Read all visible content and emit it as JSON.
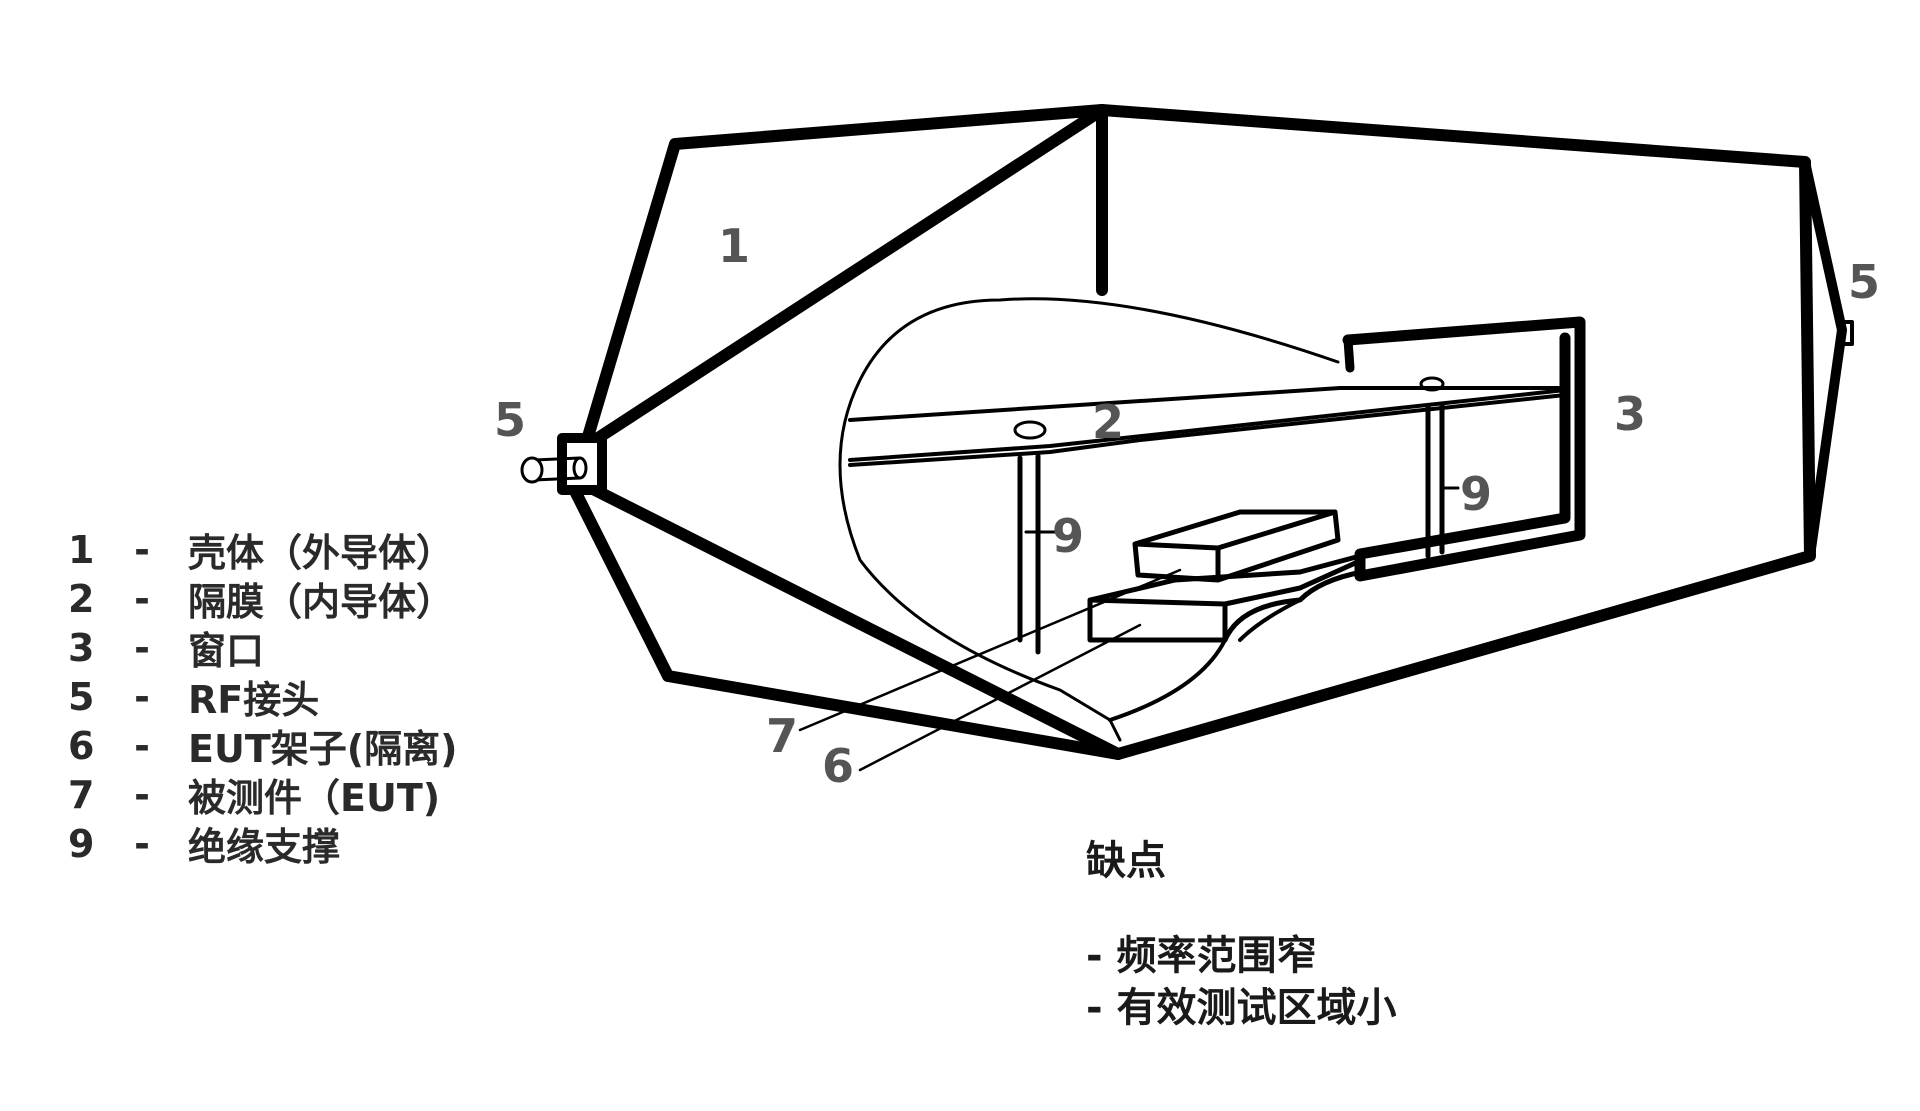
{
  "callouts": {
    "shell": "1",
    "septum": "2",
    "window": "3",
    "rf_left": "5",
    "rf_right": "5",
    "rack": "6",
    "eut": "7",
    "support_left": "9",
    "support_right": "9"
  },
  "legend": [
    {
      "num": "1",
      "dash": "-",
      "text": "壳体（外导体）"
    },
    {
      "num": "2",
      "dash": "-",
      "text": "隔膜（内导体）"
    },
    {
      "num": "3",
      "dash": "-",
      "text": "窗口"
    },
    {
      "num": "5",
      "dash": "-",
      "text": "RF接头"
    },
    {
      "num": "6",
      "dash": "-",
      "text": "EUT架子(隔离)"
    },
    {
      "num": "7",
      "dash": "-",
      "text": "被测件（EUT)"
    },
    {
      "num": "9",
      "dash": "-",
      "text": "绝缘支撑"
    }
  ],
  "notes": {
    "title": "缺点",
    "items": [
      "- 频率范围窄",
      "- 有效测试区域小"
    ]
  },
  "colors": {
    "line": "#000000",
    "text": "#2a2a2a",
    "callout": "#555555"
  }
}
